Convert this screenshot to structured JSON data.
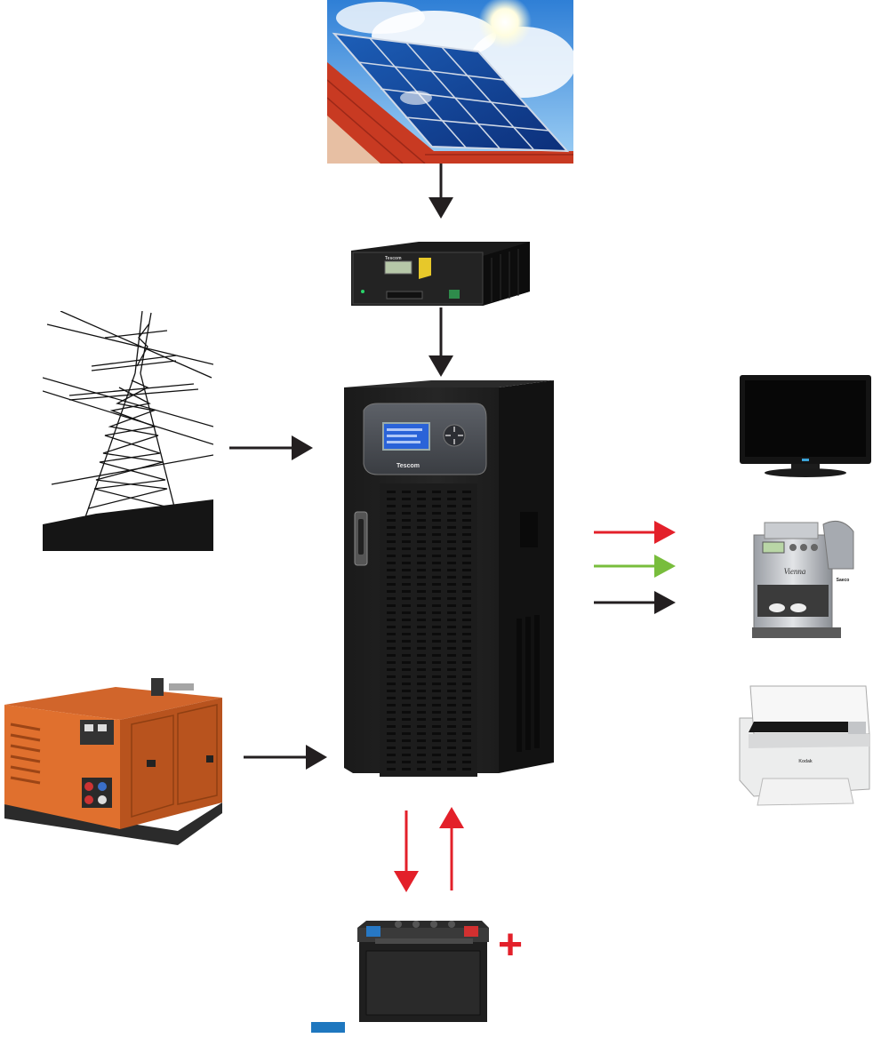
{
  "nodes": {
    "solar": {
      "icon": "solar-panel-roof-icon"
    },
    "charger": {
      "icon": "solar-charge-controller-icon",
      "brand": "Tescom"
    },
    "grid": {
      "icon": "power-transmission-tower-icon"
    },
    "generator": {
      "icon": "diesel-generator-icon"
    },
    "ups": {
      "icon": "ups-cabinet-icon",
      "brand": "Tescom"
    },
    "battery": {
      "icon": "battery-icon"
    },
    "tv": {
      "icon": "tv-monitor-icon"
    },
    "coffee": {
      "icon": "coffee-machine-icon",
      "brand": "Saeco",
      "model": "Vienna"
    },
    "printer": {
      "icon": "printer-scanner-icon",
      "brand": "Kodak"
    }
  },
  "symbols": {
    "plus": "+",
    "minus": "−"
  },
  "colors": {
    "arrow_black": "#231f20",
    "arrow_red": "#e3202a",
    "arrow_green": "#78bd3c",
    "minus_blue": "#1e77bf",
    "plus_red": "#e3202a"
  },
  "edges": [
    {
      "from": "solar",
      "to": "charger",
      "color": "arrow_black"
    },
    {
      "from": "charger",
      "to": "ups",
      "color": "arrow_black"
    },
    {
      "from": "grid",
      "to": "ups",
      "color": "arrow_black"
    },
    {
      "from": "generator",
      "to": "ups",
      "color": "arrow_black"
    },
    {
      "from": "ups",
      "to": "battery",
      "color": "arrow_red"
    },
    {
      "from": "battery",
      "to": "ups",
      "color": "arrow_red"
    },
    {
      "from": "ups",
      "to": "loads",
      "color": "arrow_red"
    },
    {
      "from": "ups",
      "to": "loads",
      "color": "arrow_green"
    },
    {
      "from": "ups",
      "to": "loads",
      "color": "arrow_black"
    }
  ]
}
